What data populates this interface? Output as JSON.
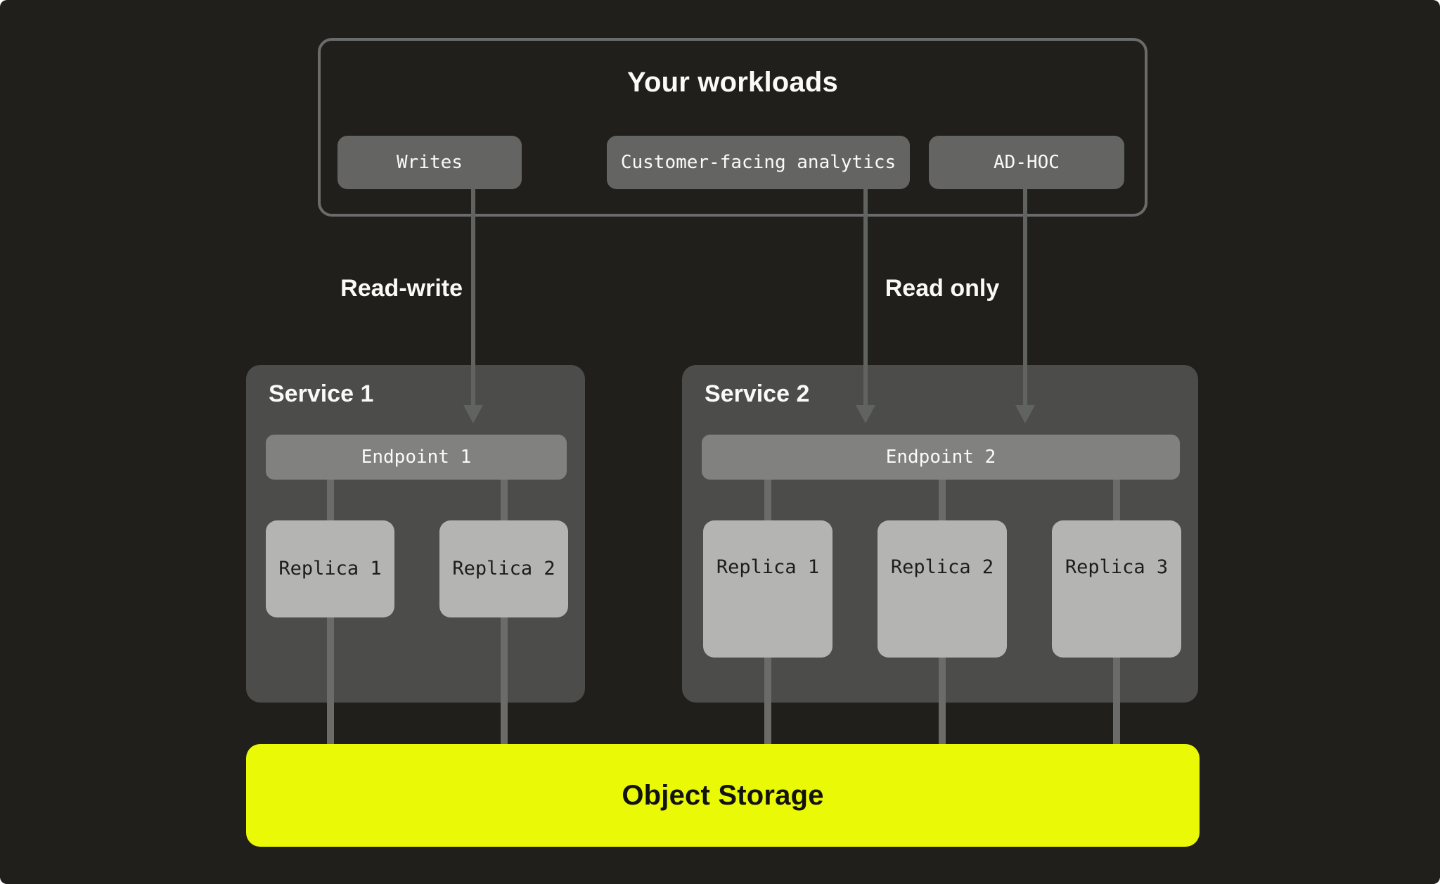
{
  "colors": {
    "page_bg": "#ffffff",
    "canvas": "#201f1b",
    "border": "#6a6c6c",
    "panel": "#4c4c4a",
    "pill": "#646462",
    "endpoint": "#81817f",
    "replica": "#b4b4b2",
    "replica_text": "#1d1d1b",
    "storage": "#eaf906",
    "storage_text": "#121210",
    "line": "#6b6b69",
    "arrow": "#616361",
    "text": "#fafaf8"
  },
  "workloads": {
    "title": "Your workloads",
    "pills": [
      {
        "label": "Writes"
      },
      {
        "label": "Customer-facing analytics"
      },
      {
        "label": "AD-HOC"
      }
    ]
  },
  "edges": {
    "read_write": "Read-write",
    "read_only": "Read only"
  },
  "services": [
    {
      "title": "Service 1",
      "endpoint": "Endpoint 1",
      "replicas": [
        "Replica 1",
        "Replica 2"
      ]
    },
    {
      "title": "Service 2",
      "endpoint": "Endpoint 2",
      "replicas": [
        "Replica 1",
        "Replica 2",
        "Replica 3"
      ]
    }
  ],
  "storage": {
    "label": "Object Storage"
  }
}
